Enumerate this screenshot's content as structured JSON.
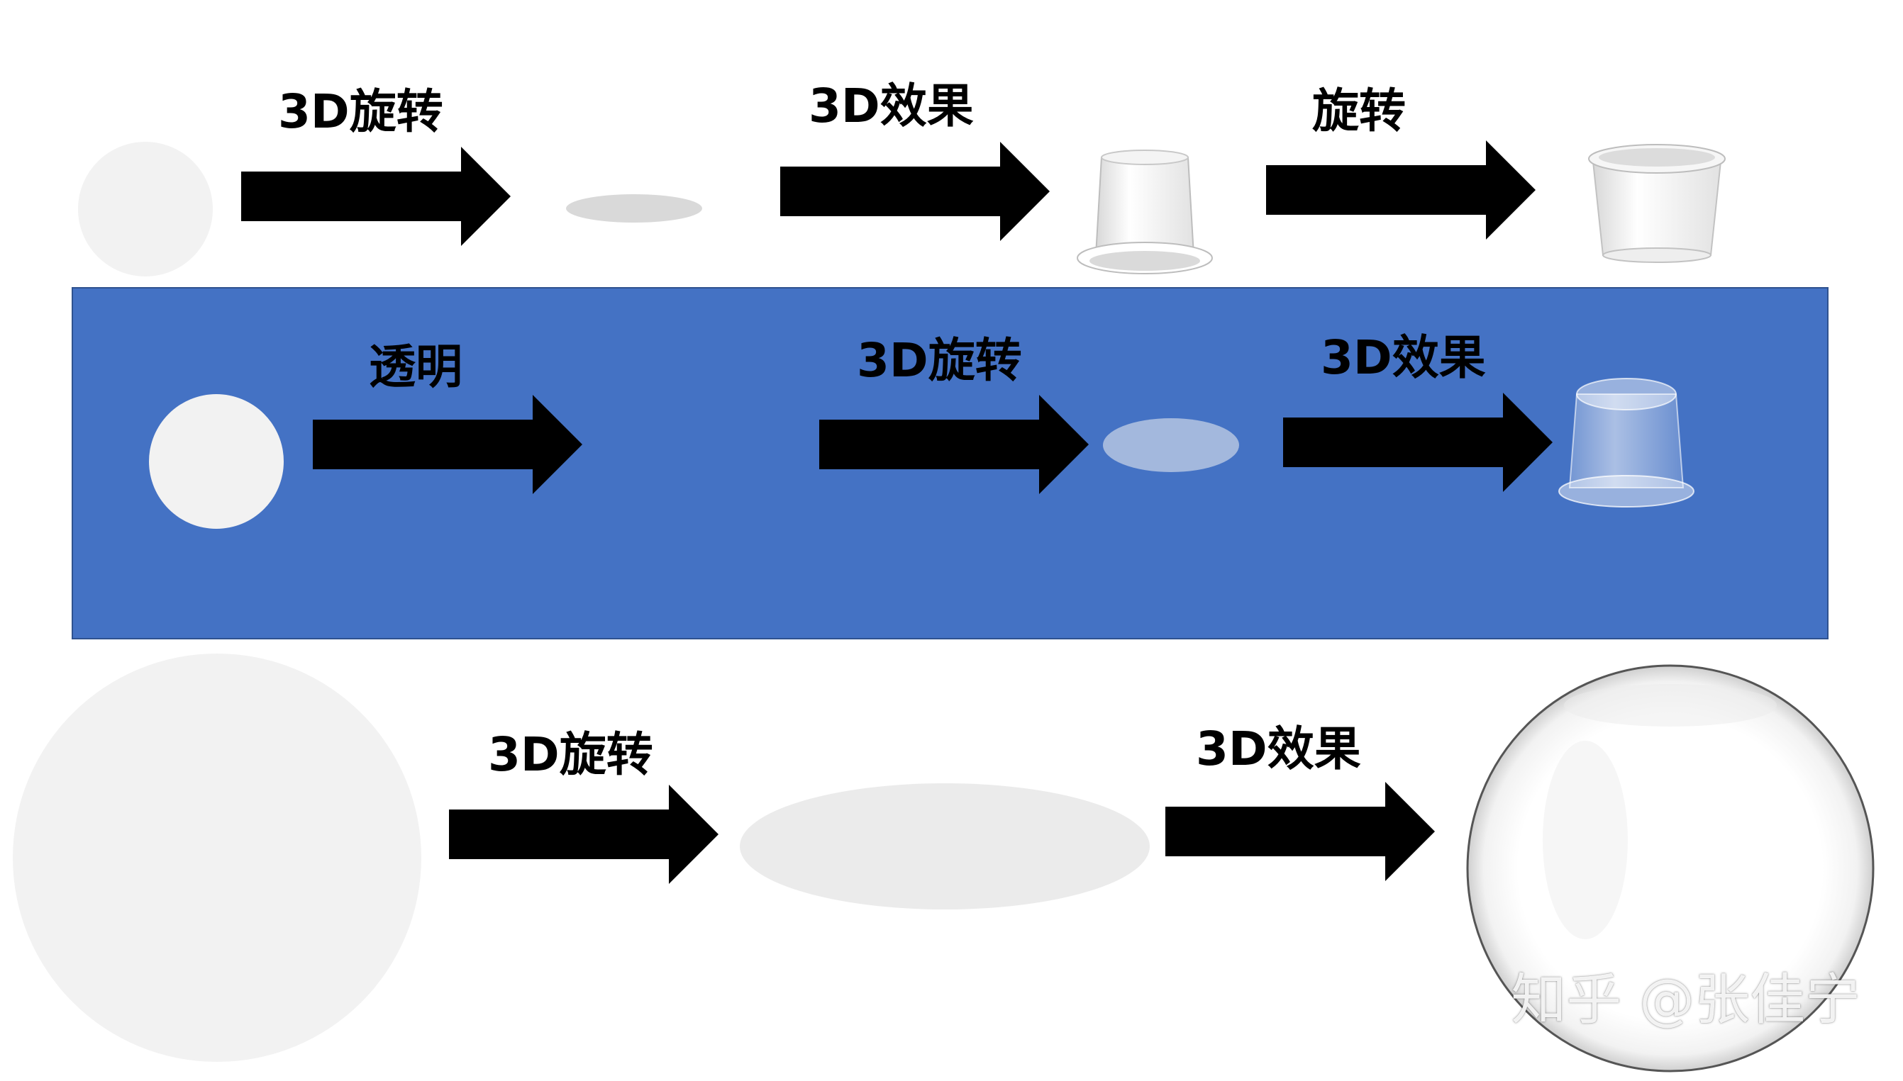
{
  "row1": {
    "labels": [
      "3D旋转",
      "3D效果",
      "旋转"
    ]
  },
  "row2": {
    "labels": [
      "透明",
      "3D旋转",
      "3D效果"
    ]
  },
  "row3": {
    "labels": [
      "3D旋转",
      "3D效果"
    ]
  },
  "watermark": "知乎 @张佳宁",
  "colors": {
    "panel": "#4472C4",
    "shape_light": "#F2F2F2",
    "arrow": "#000000"
  },
  "icons": [
    "right-arrow-icon"
  ]
}
